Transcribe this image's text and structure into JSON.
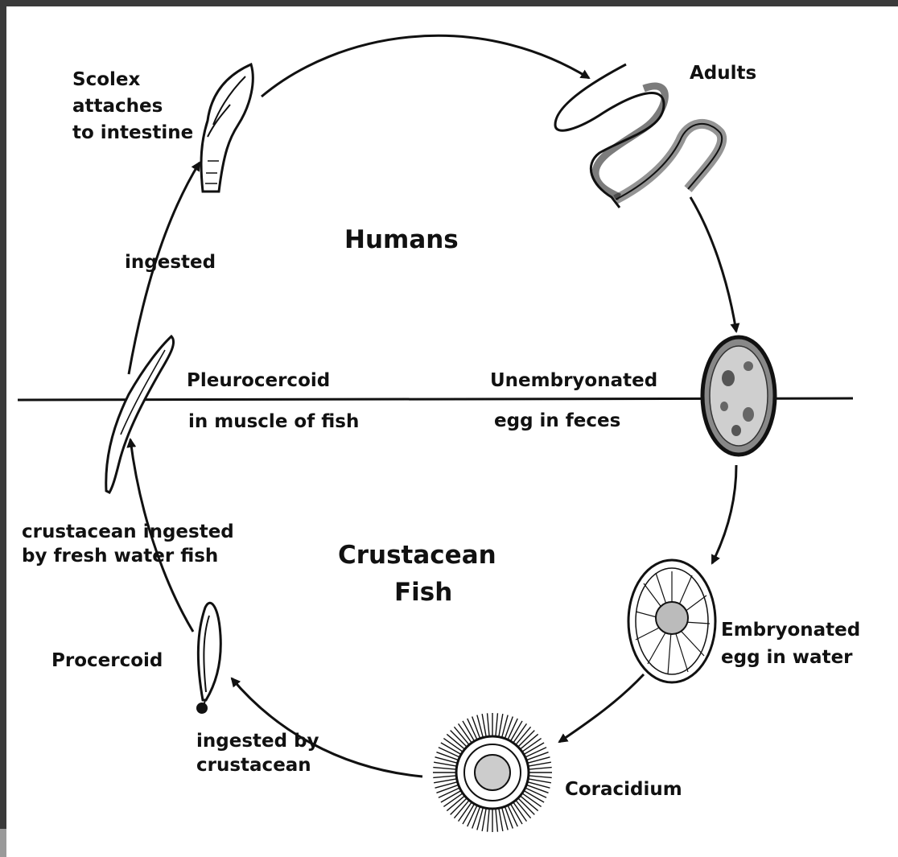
{
  "hosts": {
    "top": "Humans",
    "bottom_line1": "Crustacean",
    "bottom_line2": "Fish"
  },
  "stages": {
    "adults": "Adults",
    "unembryonated_1": "Unembryonated",
    "unembryonated_2": "egg in feces",
    "embryonated_1": "Embryonated",
    "embryonated_2": "egg in water",
    "coracidium": "Coracidium",
    "procercoid": "Procercoid",
    "pleurocercoid_1": "Pleurocercoid",
    "pleurocercoid_2": "in muscle of fish",
    "scolex_1": "Scolex",
    "scolex_2": "attaches",
    "scolex_3": "to intestine"
  },
  "transitions": {
    "ingested": "ingested",
    "crustacean_ingested_1": "crustacean ingested",
    "crustacean_ingested_2": "by fresh water fish",
    "ingested_by_1": "ingested by",
    "ingested_by_2": "crustacean"
  }
}
